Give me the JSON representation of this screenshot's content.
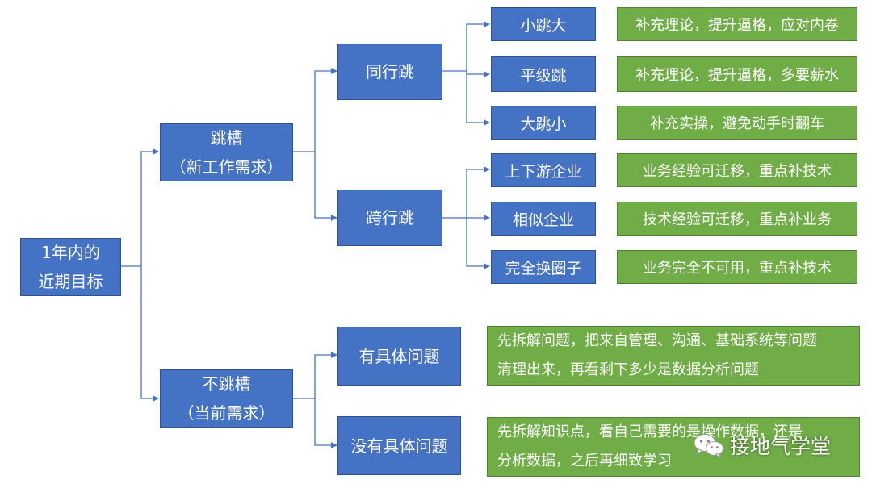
{
  "root": {
    "line1": "1年内的",
    "line2": "近期目标"
  },
  "jump": {
    "line1": "跳槽",
    "line2": "（新工作需求）"
  },
  "nojump": {
    "line1": "不跳槽",
    "line2": "（当前需求）"
  },
  "same_industry": {
    "label": "同行跳"
  },
  "cross_industry": {
    "label": "跨行跳"
  },
  "leaves": [
    {
      "label": "小跳大",
      "advice": "补充理论，提升逼格，应对内卷"
    },
    {
      "label": "平级跳",
      "advice": "补充理论，提升逼格，多要薪水"
    },
    {
      "label": "大跳小",
      "advice": "补充实操，避免动手时翻车"
    },
    {
      "label": "上下游企业",
      "advice": "业务经验可迁移，重点补技术"
    },
    {
      "label": "相似企业",
      "advice": "技术经验可迁移，重点补业务"
    },
    {
      "label": "完全换圈子",
      "advice": "业务完全不可用，重点补技术"
    }
  ],
  "specific": {
    "label": "有具体问题",
    "line1": "先拆解问题，把来自管理、沟通、基础系统等问题",
    "line2": "清理出来，再看剩下多少是数据分析问题"
  },
  "nospecific": {
    "label": "没有具体问题",
    "line1": "先拆解知识点，看自己需要的是操作数据，还是",
    "line2": "分析数据，之后再细致学习"
  },
  "watermark": {
    "text": "接地气学堂",
    "icon": "wechat-icon"
  },
  "colors": {
    "blue": "#4472c4",
    "green": "#70ad47",
    "line": "#4472c4"
  }
}
